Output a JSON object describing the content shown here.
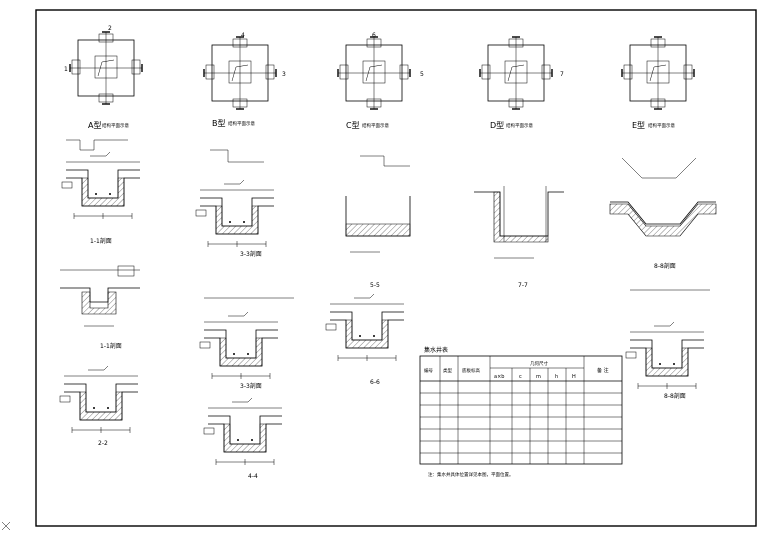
{
  "plans": [
    {
      "label": "A型",
      "note": "结构平面示意",
      "mark_top": "2",
      "mark_side": "1"
    },
    {
      "label": "B型",
      "note": "结构平面示意",
      "mark_top": "4",
      "mark_side": "3"
    },
    {
      "label": "C型",
      "note": "结构平面示意",
      "mark_top": "6",
      "mark_side": "5"
    },
    {
      "label": "D型",
      "note": "结构平面示意",
      "mark_top": "",
      "mark_side": "7"
    },
    {
      "label": "E型",
      "note": "结构平面示意",
      "mark_top": "",
      "mark_side": ""
    }
  ],
  "sections": [
    {
      "label": "1-1剖面"
    },
    {
      "label": "1-1剖面"
    },
    {
      "label": "2-2"
    },
    {
      "label": "3-3剖面"
    },
    {
      "label": "3-3剖面"
    },
    {
      "label": "4-4"
    },
    {
      "label": "5-5"
    },
    {
      "label": "6-6"
    },
    {
      "label": "7-7"
    },
    {
      "label": "8-8剖面"
    },
    {
      "label": "8-8剖面"
    }
  ],
  "table": {
    "title": "集水井表",
    "headers": [
      "编号",
      "类型",
      "底板标高",
      "a×b",
      "c",
      "m",
      "h",
      "H",
      "备 注"
    ],
    "group_header": "几何尺寸",
    "rows": 7
  },
  "note": "注：集水井具体位置详见本图，平面位置。"
}
